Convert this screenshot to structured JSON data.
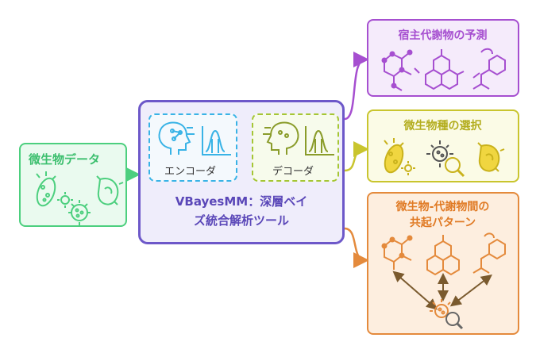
{
  "input": {
    "title": "微生物データ",
    "color": "#4ccf7e",
    "fill": "#eafaef"
  },
  "model": {
    "title_line1": "VBayesMM：深層ベイ",
    "title_line2": "ズ統合解析ツール",
    "encoder_label": "エンコーダ",
    "decoder_label": "デコーダ",
    "border_color": "#6d58c9",
    "fill": "#efedfb",
    "encoder_color": "#39b3e6",
    "decoder_color": "#a5c634"
  },
  "outputs": {
    "metabolite": {
      "title": "宿主代謝物の予測",
      "color": "#a64fd0",
      "fill": "#f5ebfb"
    },
    "species": {
      "title": "微生物種の選択",
      "color": "#c9c52e",
      "fill": "#fbfbe6"
    },
    "cooccurrence": {
      "title_line1": "微生物-代謝物間の",
      "title_line2": "共起パターン",
      "color": "#e48a3c",
      "fill": "#fdeedf"
    }
  }
}
